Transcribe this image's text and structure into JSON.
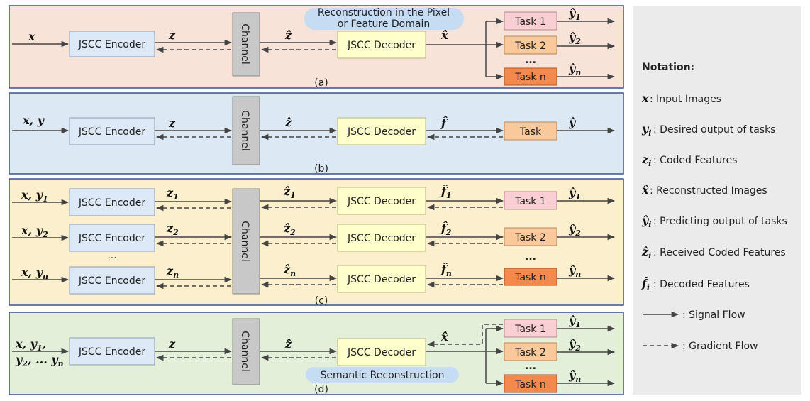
{
  "labels": {
    "encoder": "JSCC Encoder",
    "decoder": "JSCC Decoder",
    "channel": "Channel",
    "task1": "Task 1",
    "task2": "Task 2",
    "taskn": "Task n",
    "task": "Task",
    "dots": "...",
    "enc_dots": "..."
  },
  "callouts": {
    "pixel_line1": "Reconstruction in the Pixel",
    "pixel_line2": "or Feature Domain",
    "semantic": "Semantic Reconstruction"
  },
  "captions": {
    "a": "(a)",
    "b": "(b)",
    "c": "(c)",
    "d": "(d)"
  },
  "symbols": {
    "x": "x",
    "xy": "x, y",
    "z": "z",
    "zhat": "ẑ",
    "xhat": "x̂",
    "fhat": "f̂",
    "yhat": "ŷ",
    "y": "y",
    "comma": ", ",
    "sub1": "1",
    "sub2": "2",
    "subn": "n",
    "subi": "i",
    "d_line1_y": "y",
    "d_line2": "y",
    "d_line2_mid": ", ... ",
    "d_line2_y": "y"
  },
  "notation": {
    "title": "Notation:",
    "items": [
      ": Input Images",
      ": Desired output of tasks",
      ": Coded Features",
      ": Reconstructed Images",
      ": Predicting output of tasks",
      ": Received Coded Features",
      ": Decoded Features"
    ],
    "signal": ": Signal Flow",
    "gradient": ": Gradient Flow"
  },
  "colors": {
    "panel_a": "#f8e3d8",
    "panel_b": "#dde8f5",
    "panel_c": "#fcefce",
    "panel_d": "#e3efd9",
    "panel_border": "#3d4f93",
    "encoder_fill": "#dde9f7",
    "decoder_fill": "#ffffcc",
    "channel_fill": "#c8c8c8",
    "task_pink": "#f9cfd3",
    "task_light": "#f9c89b",
    "task_dark": "#f4894d",
    "callout": "#c5dcf2",
    "notation_bg": "#ebebeb"
  }
}
